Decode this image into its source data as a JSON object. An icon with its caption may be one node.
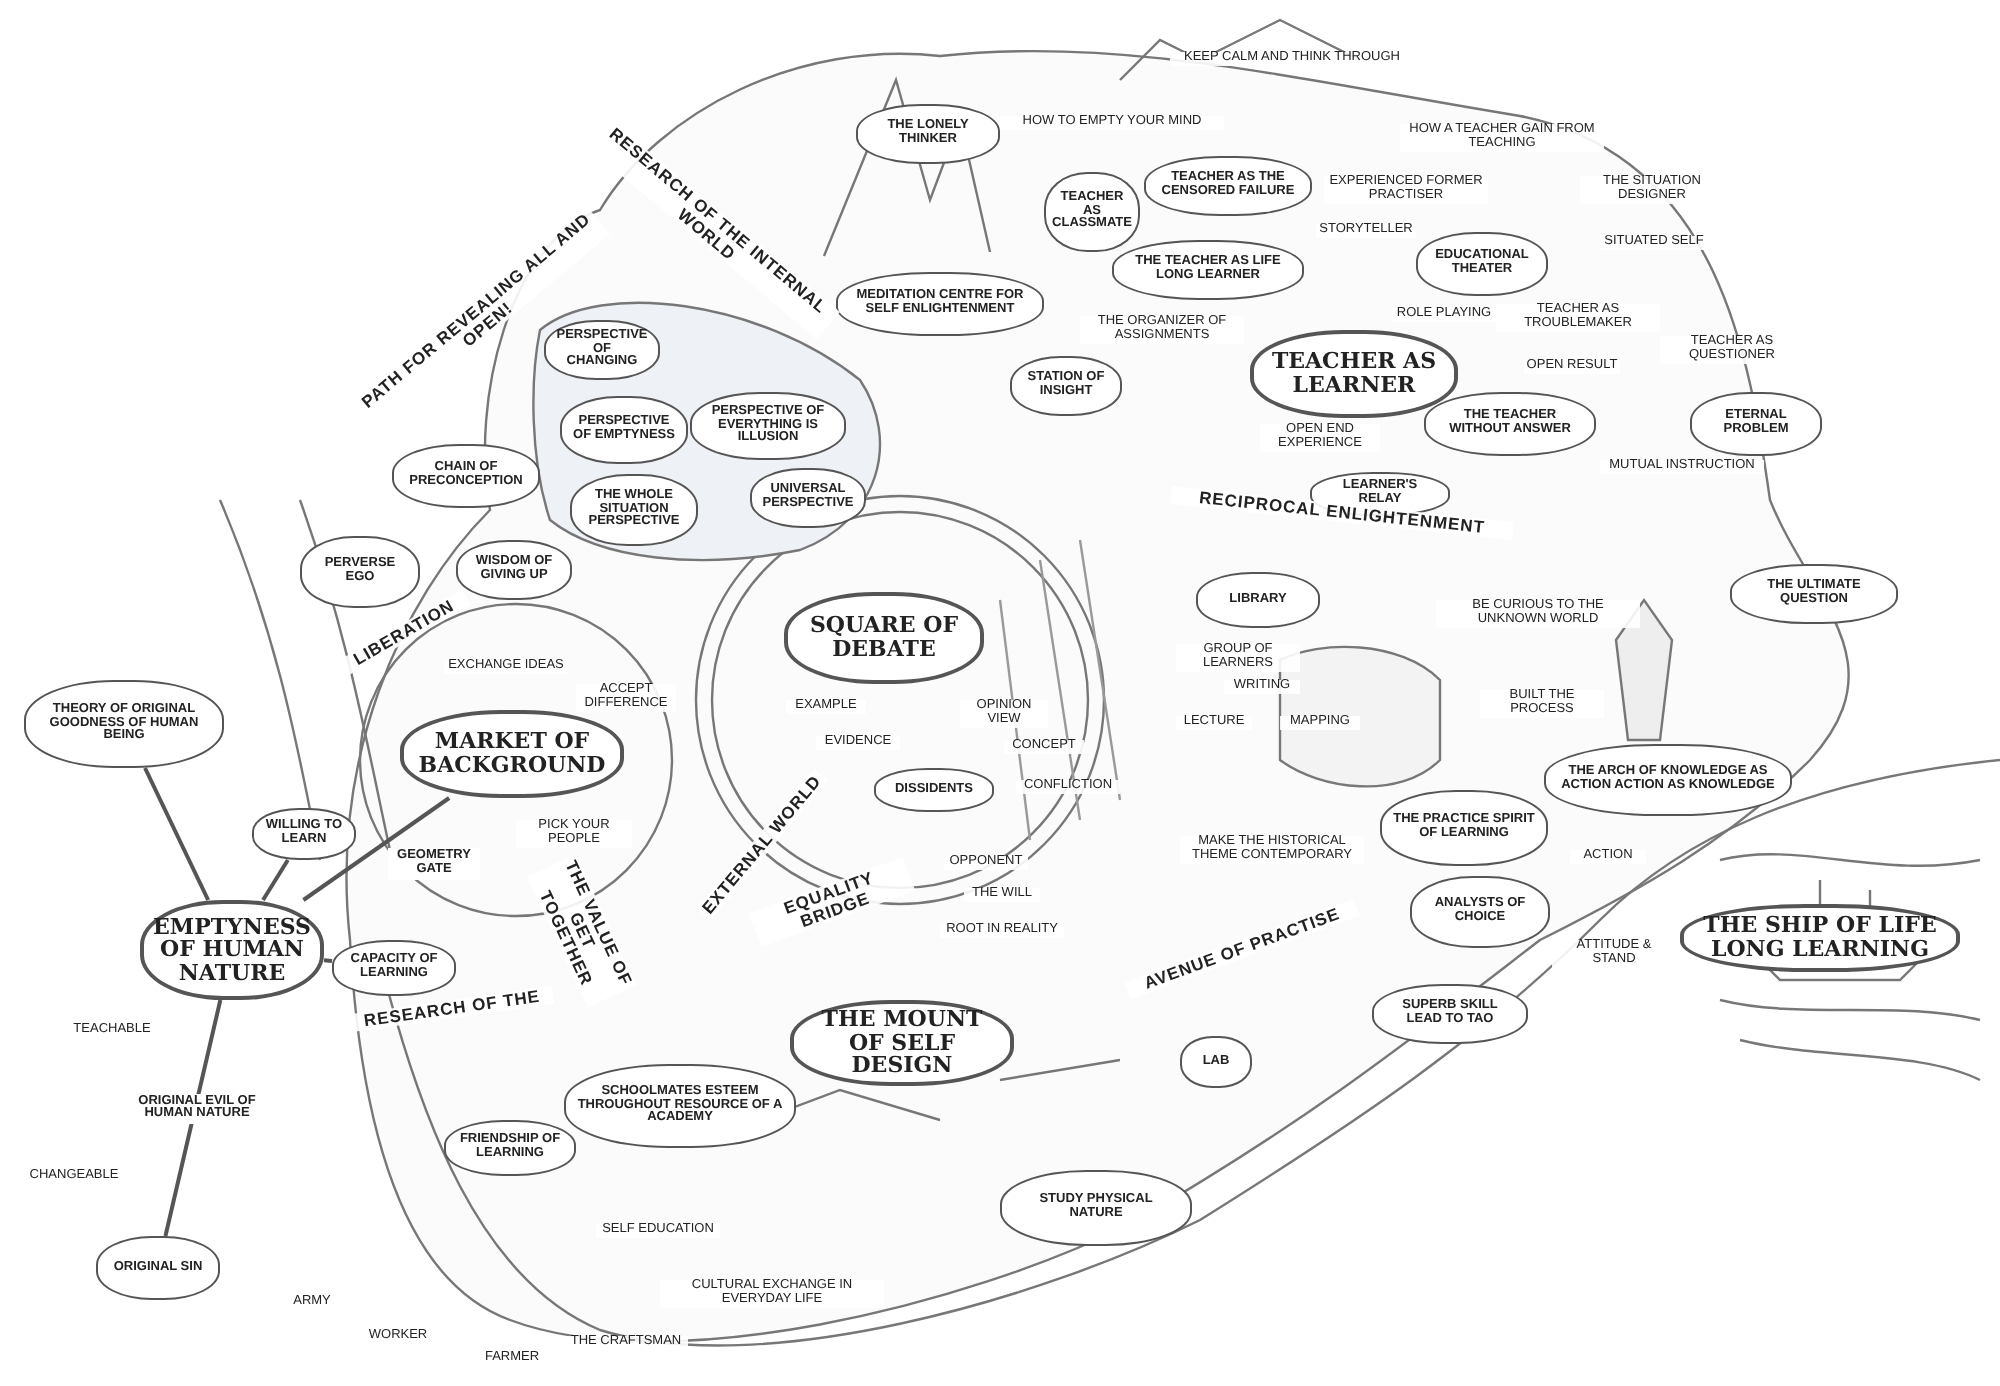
{
  "diagram": {
    "nodes": [
      {
        "text": [
          "EMPTYNESS OF HUMAN NATURE"
        ]
      },
      {
        "text": [
          "THEORY OF ORIGINAL GOODNESS OF HUMAN BEING"
        ]
      },
      {
        "text": [
          "ORIGINAL SIN"
        ]
      },
      {
        "text": [
          "WILLING TO LEARN"
        ]
      },
      {
        "text": [
          "CAPACITY OF LEARNING"
        ]
      },
      {
        "text": [
          "MARKET OF BACKGROUND"
        ]
      },
      {
        "text": [
          "SQUARE OF DEBATE"
        ]
      },
      {
        "text": [
          "TEACHER AS LEARNER"
        ]
      },
      {
        "text": [
          "THE MOUNT OF SELF DESIGN"
        ]
      },
      {
        "text": [
          "THE SHIP OF LIFE LONG LEARNING"
        ]
      },
      {
        "text": [
          "THE LONELY THINKER"
        ]
      },
      {
        "text": [
          "MEDITATION CENTRE FOR SELF ENLIGHTENMENT"
        ]
      },
      {
        "text": [
          "STATION OF INSIGHT"
        ]
      },
      {
        "text": [
          "PERVERSE EGO"
        ]
      },
      {
        "text": [
          "CHAIN OF PRECONCEPTION"
        ]
      },
      {
        "text": [
          "WISDOM OF GIVING UP"
        ]
      },
      {
        "text": [
          "PERSPECTIVE OF CHANGING"
        ]
      },
      {
        "text": [
          "PERSPECTIVE OF EMPTYNESS"
        ]
      },
      {
        "text": [
          "PERSPECTIVE OF EVERYTHING IS ILLUSION"
        ]
      },
      {
        "text": [
          "THE WHOLE SITUATION PERSPECTIVE"
        ]
      },
      {
        "text": [
          "UNIVERSAL PERSPECTIVE"
        ]
      },
      {
        "text": [
          "THE TEACHER AS LIFE LONG LEARNER"
        ]
      },
      {
        "text": [
          "TEACHER AS THE CENSORED FAILURE"
        ]
      },
      {
        "text": [
          "TEACHER AS CLASSMATE"
        ]
      },
      {
        "text": [
          "EDUCATIONAL THEATER"
        ]
      },
      {
        "text": [
          "THE TEACHER WITHOUT ANSWER"
        ]
      },
      {
        "text": [
          "ETERNAL PROBLEM"
        ]
      },
      {
        "text": [
          "THE ARCH OF KNOWLEDGE AS ACTION ACTION AS KNOWLEDGE"
        ]
      },
      {
        "text": [
          "THE PRACTICE SPIRIT OF LEARNING"
        ]
      },
      {
        "text": [
          "ANALYSTS OF CHOICE"
        ]
      },
      {
        "text": [
          "STUDY PHYSICAL NATURE"
        ]
      },
      {
        "text": [
          "LAB"
        ]
      },
      {
        "text": [
          "SUPERB SKILL LEAD TO TAO"
        ]
      },
      {
        "text": [
          "LIBRARY"
        ]
      },
      {
        "text": [
          "DISSIDENTS"
        ]
      },
      {
        "text": [
          "SCHOOLMATES ESTEEM THROUGHOUT RESOURCE OF A ACADEMY"
        ]
      },
      {
        "text": [
          "LEARNER'S RELAY"
        ]
      },
      {
        "text": [
          "THE ULTIMATE QUESTION"
        ]
      },
      {
        "text": [
          "FRIENDSHIP OF LEARNING"
        ]
      }
    ],
    "edges": [
      {
        "from": 0,
        "to": 1,
        "arrow": "none"
      },
      {
        "from": 0,
        "to": 2,
        "arrow": "none",
        "label": "ORIGINAL EVIL OF HUMAN NATURE"
      },
      {
        "from": 0,
        "to": 3,
        "arrow": "none"
      },
      {
        "from": 0,
        "to": 4,
        "arrow": "none"
      },
      {
        "from": 0,
        "to": 5,
        "arrow": "none",
        "label": "GEOMETRY GATE"
      }
    ],
    "labels": [
      "KEEP CALM AND THINK THROUGH",
      "HOW TO EMPTY YOUR MIND",
      "RESEARCH OF THE INTERNAL WORLD",
      "PATH FOR REVEALING ALL AND OPEN!",
      "LIBERATION",
      "EQUALITY BRIDGE",
      "EXTERNAL WORLD",
      "RESEARCH OF THE",
      "THE VALUE OF GET TOGETHER",
      "RECIPROCAL ENLIGHTENMENT",
      "AVENUE OF PRACTISE",
      "TEACHABLE",
      "CHANGEABLE",
      "EXCHANGE IDEAS",
      "ACCEPT DIFFERENCE",
      "PICK YOUR PEOPLE",
      "EXAMPLE",
      "OPINION VIEW",
      "EVIDENCE",
      "CONCEPT",
      "CONFLICTION",
      "OPPONENT",
      "BE CURIOUS TO THE UNKNOWN WORLD",
      "BUILT THE PROCESS",
      "GROUP OF LEARNERS",
      "WRITING",
      "LECTURE",
      "MAPPING",
      "ROOT IN REALITY",
      "THE WILL",
      "SELF EDUCATION",
      "CULTURAL EXCHANGE IN EVERYDAY LIFE",
      "MAKE THE HISTORICAL THEME CONTEMPORARY",
      "ACTION",
      "ATTITUDE & STAND",
      "ROLE PLAYING",
      "OPEN RESULT",
      "MUTUAL INSTRUCTION",
      "OPEN END EXPERIENCE",
      "THE ORGANIZER OF ASSIGNMENTS",
      "HOW A TEACHER GAIN FROM TEACHING",
      "EXPERIENCED FORMER PRACTISER",
      "STORYTELLER",
      "THE SITUATION DESIGNER",
      "SITUATED SELF",
      "TEACHER AS TROUBLEMAKER",
      "TEACHER AS QUESTIONER",
      "ARMY",
      "WORKER",
      "FARMER",
      "THE CRAFTSMAN"
    ]
  }
}
